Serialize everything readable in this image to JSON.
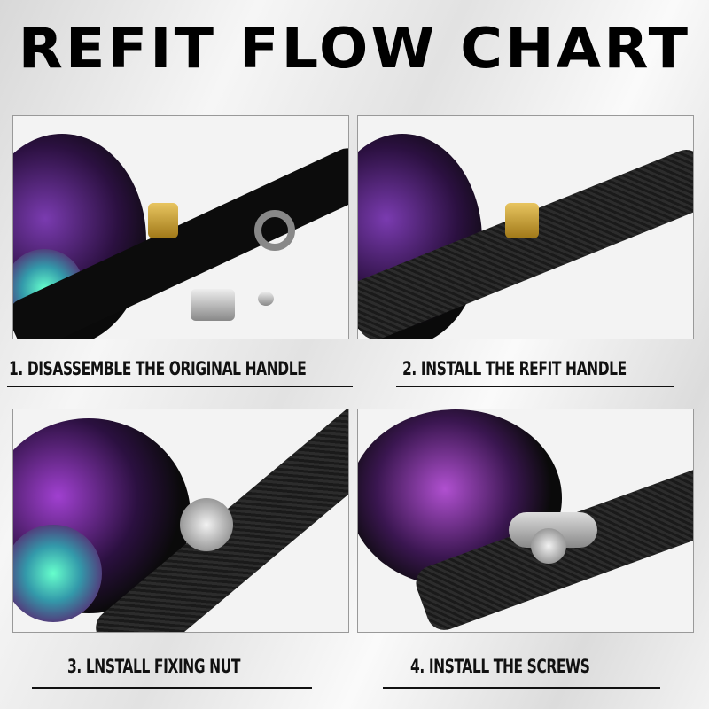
{
  "title": "REFIT FLOW CHART",
  "steps": [
    {
      "caption": "1. DISASSEMBLE THE ORIGINAL HANDLE"
    },
    {
      "caption": "2. INSTALL THE REFIT HANDLE"
    },
    {
      "caption": "3. LNSTALL FIXING NUT"
    },
    {
      "caption": "4. INSTALL THE SCREWS"
    }
  ]
}
